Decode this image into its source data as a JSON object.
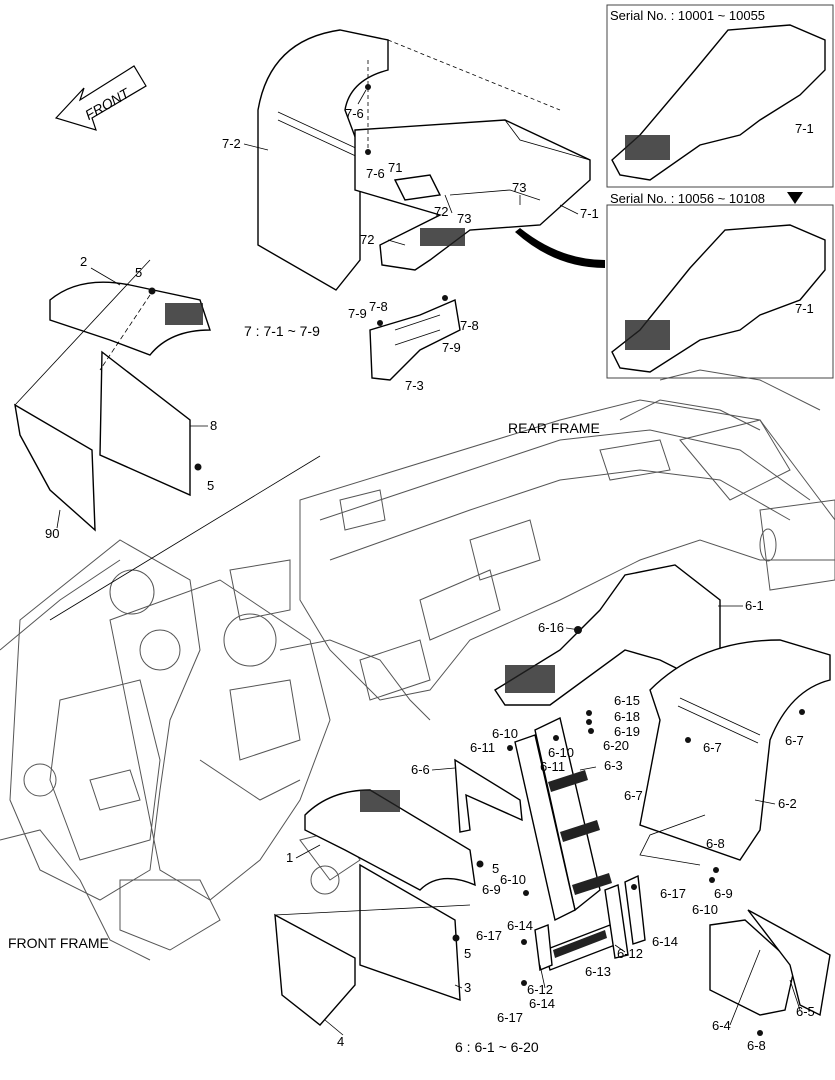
{
  "front_arrow": {
    "label": "FRONT"
  },
  "headings": {
    "rear_frame": "REAR FRAME",
    "front_frame": "FRONT FRAME",
    "group7": "7 : 7-1 ~ 7-9",
    "group6": "6 : 6-1 ~ 6-20"
  },
  "insets": {
    "top": {
      "serial": "Serial No. : 10001 ~ 10055",
      "part": "7-1"
    },
    "bottom": {
      "serial": "Serial No. : 10056 ~ 10108",
      "part": "7-1"
    }
  },
  "callouts": {
    "c7_2": "7-2",
    "c7_6a": "7-6",
    "c7_6b": "7-6",
    "c71": "71",
    "c72a": "72",
    "c72b": "72",
    "c73a": "73",
    "c73b": "73",
    "c7_1": "7-1",
    "c7_9a": "7-9",
    "c7_8a": "7-8",
    "c7_8b": "7-8",
    "c7_9b": "7-9",
    "c7_3": "7-3",
    "c2": "2",
    "c5a": "5",
    "c8": "8",
    "c5b": "5",
    "c90": "90",
    "c6_1": "6-1",
    "c6_16": "6-16",
    "c6_15": "6-15",
    "c6_18": "6-18",
    "c6_19": "6-19",
    "c6_20": "6-20",
    "c6_7a": "6-7",
    "c6_7b": "6-7",
    "c6_10a": "6-10",
    "c6_11a": "6-11",
    "c6_10b": "6-10",
    "c6_11b": "6-11",
    "c6_6": "6-6",
    "c6_3": "6-3",
    "c6_7c": "6-7",
    "c6_2": "6-2",
    "c6_8a": "6-8",
    "c6_9a": "6-9",
    "c6_10c": "6-10",
    "c1": "1",
    "c5c": "5",
    "c6_10d": "6-10",
    "c6_9b": "6-9",
    "c6_17a": "6-17",
    "c6_14a": "6-14",
    "c6_17b": "6-17",
    "c6_14b": "6-14",
    "c6_12a": "6-12",
    "c6_13": "6-13",
    "c6_12b": "6-12",
    "c6_17c": "6-17",
    "c6_14c": "6-14",
    "c5d": "5",
    "c3": "3",
    "c4": "4",
    "c6_4": "6-4",
    "c6_5": "6-5",
    "c6_8b": "6-8"
  }
}
